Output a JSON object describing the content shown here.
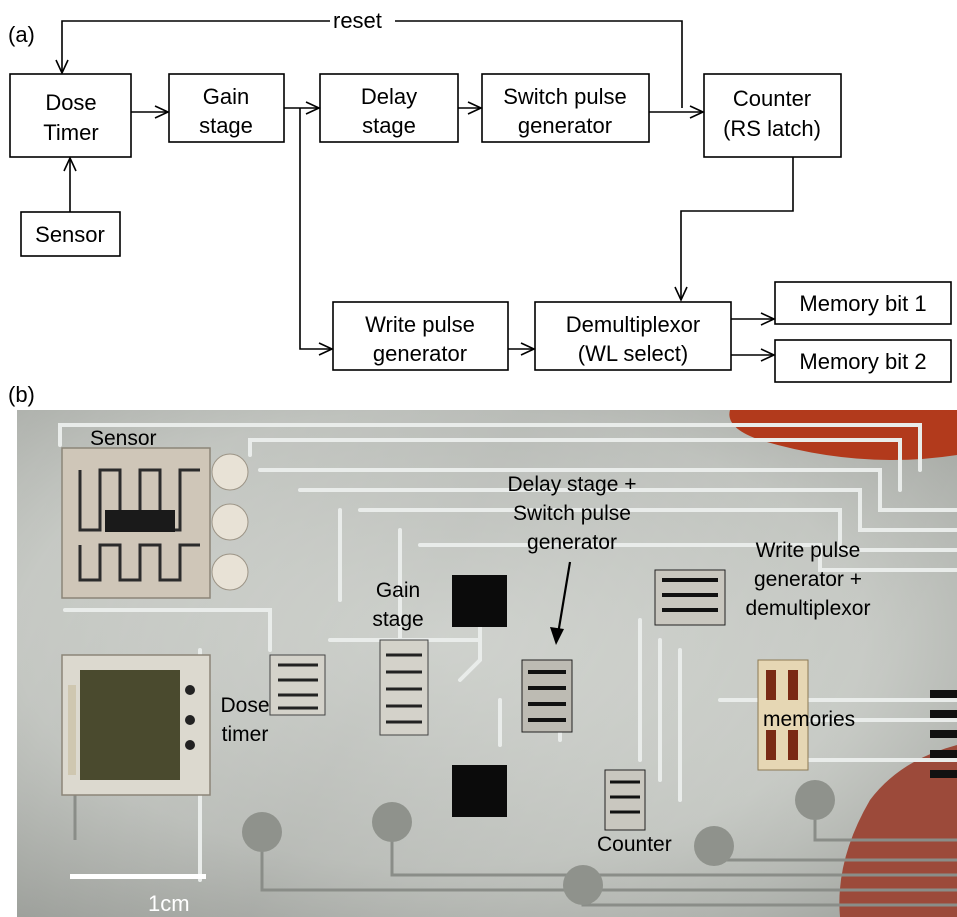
{
  "panel_a": {
    "label": "(a)",
    "reset_label": "reset",
    "boxes": {
      "dose_timer": [
        "Dose",
        "Timer"
      ],
      "gain_stage": [
        "Gain",
        "stage"
      ],
      "delay_stage": [
        "Delay",
        "stage"
      ],
      "switch_pulse": [
        "Switch pulse",
        "generator"
      ],
      "counter": [
        "Counter",
        "(RS latch)"
      ],
      "sensor": [
        "Sensor"
      ],
      "write_pulse": [
        "Write pulse",
        "generator"
      ],
      "demux": [
        "Demultiplexor",
        "(WL select)"
      ],
      "mem1": [
        "Memory bit 1"
      ],
      "mem2": [
        "Memory bit 2"
      ]
    }
  },
  "panel_b": {
    "label": "(b)",
    "labels": {
      "sensor": "Sensor",
      "delay_switch": [
        "Delay stage +",
        "Switch pulse",
        "generator"
      ],
      "write_demux": [
        "Write pulse",
        "generator +",
        "demultiplexor"
      ],
      "gain": [
        "Gain",
        "stage"
      ],
      "dose_timer": [
        "Dose",
        "timer"
      ],
      "memories": "memories",
      "counter": "Counter"
    },
    "scale_bar": "1cm",
    "colors": {
      "substrate": "#c8cbc6",
      "trace": "#e9ecea",
      "chip": "#0b0b0b",
      "tab": "#b23a1c"
    }
  }
}
